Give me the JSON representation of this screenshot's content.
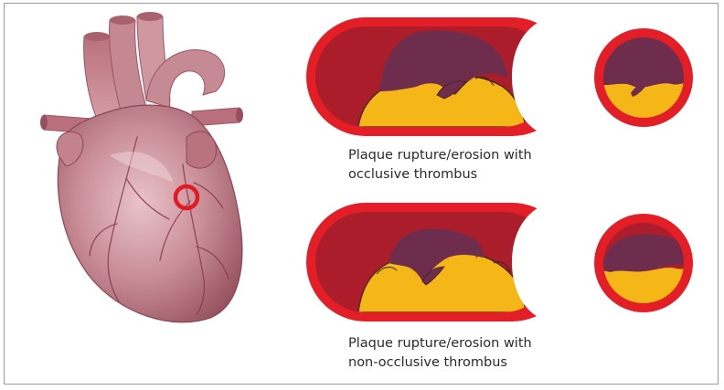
{
  "captions": {
    "occlusive": {
      "line1": "Plaque rupture/erosion with",
      "line2": "occlusive thrombus"
    },
    "non_occlusive": {
      "line1": "Plaque rupture/erosion with",
      "line2": "non-occlusive thrombus"
    }
  },
  "colors": {
    "vessel_wall": "#e41e26",
    "vessel_lumen": "#ab1d2a",
    "plaque": "#f5b617",
    "thrombus": "#6e2d4d",
    "heart": "#c07f8a",
    "marker_ring": "#e01b24"
  },
  "icons": [
    "heart-illustration",
    "artery-longitudinal-section",
    "artery-cross-section",
    "location-ring-marker"
  ]
}
